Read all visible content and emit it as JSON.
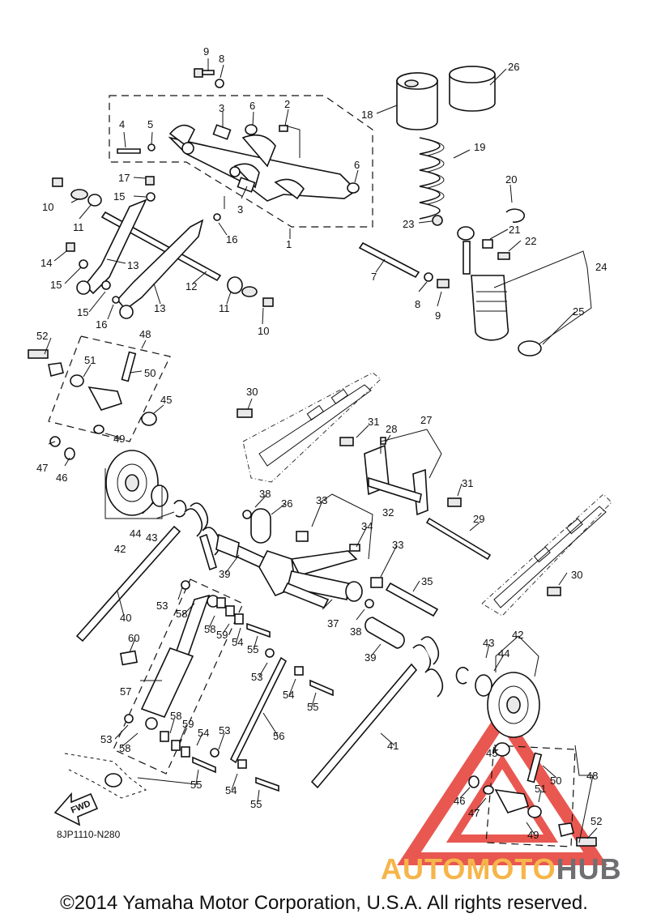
{
  "diagram": {
    "drawing_code": "8JP1110-N280",
    "fwd_label": "FWD",
    "copyright": "©2014 Yamaha Motor Corporation, U.S.A. All rights reserved.",
    "watermark": {
      "part1": "AUTOMOTO",
      "part2": "HUB",
      "colors": {
        "triangle": "#e53a33",
        "auto": "#f6b54a",
        "hub": "#6f6f73"
      }
    },
    "callouts": [
      "1",
      "2",
      "3",
      "3",
      "4",
      "5",
      "6",
      "6",
      "7",
      "8",
      "8",
      "9",
      "9",
      "10",
      "10",
      "11",
      "11",
      "12",
      "13",
      "13",
      "14",
      "15",
      "15",
      "15",
      "16",
      "16",
      "17",
      "18",
      "19",
      "20",
      "21",
      "22",
      "23",
      "24",
      "25",
      "26",
      "27",
      "28",
      "29",
      "30",
      "30",
      "31",
      "31",
      "32",
      "33",
      "33",
      "33",
      "34",
      "35",
      "36",
      "37",
      "38",
      "38",
      "39",
      "39",
      "40",
      "41",
      "42",
      "42",
      "43",
      "43",
      "44",
      "44",
      "45",
      "45",
      "46",
      "46",
      "47",
      "47",
      "48",
      "48",
      "49",
      "49",
      "50",
      "50",
      "51",
      "51",
      "52",
      "52",
      "53",
      "53",
      "53",
      "53",
      "54",
      "54",
      "54",
      "54",
      "55",
      "55",
      "55",
      "55",
      "56",
      "57",
      "58",
      "58",
      "58",
      "58",
      "59",
      "59",
      "60"
    ]
  }
}
